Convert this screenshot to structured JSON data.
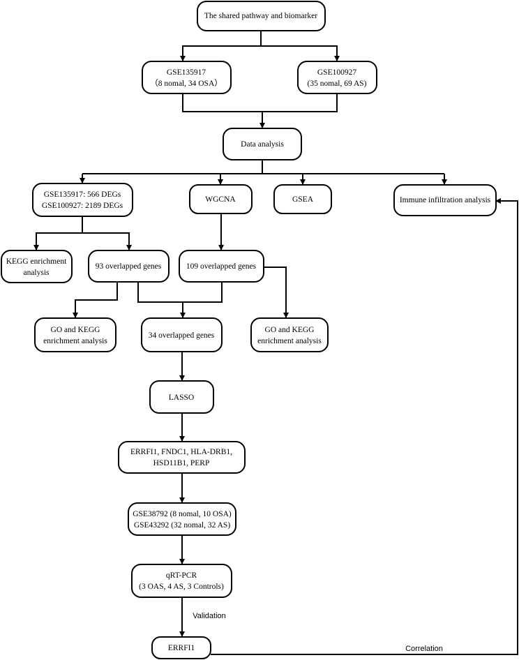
{
  "nodes": {
    "root": [
      "The shared pathway and biomarker"
    ],
    "gse135917": [
      "GSE135917",
      "（8 nomal, 34 OSA）"
    ],
    "gse100927": [
      "GSE100927",
      "(35 nomal, 69 AS)"
    ],
    "data_analysis": [
      "Data analysis"
    ],
    "degs": [
      "GSE135917: 566 DEGs",
      "GSE100927: 2189 DEGs"
    ],
    "wgcna": [
      "WGCNA"
    ],
    "gsea": [
      "GSEA"
    ],
    "immune": [
      "Immune infiltration analysis"
    ],
    "kegg": [
      "KEGG enrichment",
      "analysis"
    ],
    "overlap93": [
      "93 overlapped genes"
    ],
    "overlap109": [
      "109 overlapped genes"
    ],
    "go_kegg_left": [
      "GO and KEGG",
      "enrichment analysis"
    ],
    "overlap34": [
      "34 overlapped genes"
    ],
    "go_kegg_right": [
      "GO and KEGG",
      "enrichment analysis"
    ],
    "lasso": [
      "LASSO"
    ],
    "hub_genes": [
      "ERRFI1, FNDC1, HLA-DRB1,",
      "HSD11B1, PERP"
    ],
    "validation_sets": [
      "GSE38792 (8 nomal, 10 OSA)",
      "GSE43292 (32 nomal, 32 AS)"
    ],
    "qrtpcr": [
      "qRT-PCR",
      "(3 OAS, 4 AS, 3 Controls)"
    ],
    "errfi1": [
      "ERRFI1"
    ]
  },
  "edge_labels": {
    "validation": "Validation",
    "correlation": "Correlation"
  }
}
